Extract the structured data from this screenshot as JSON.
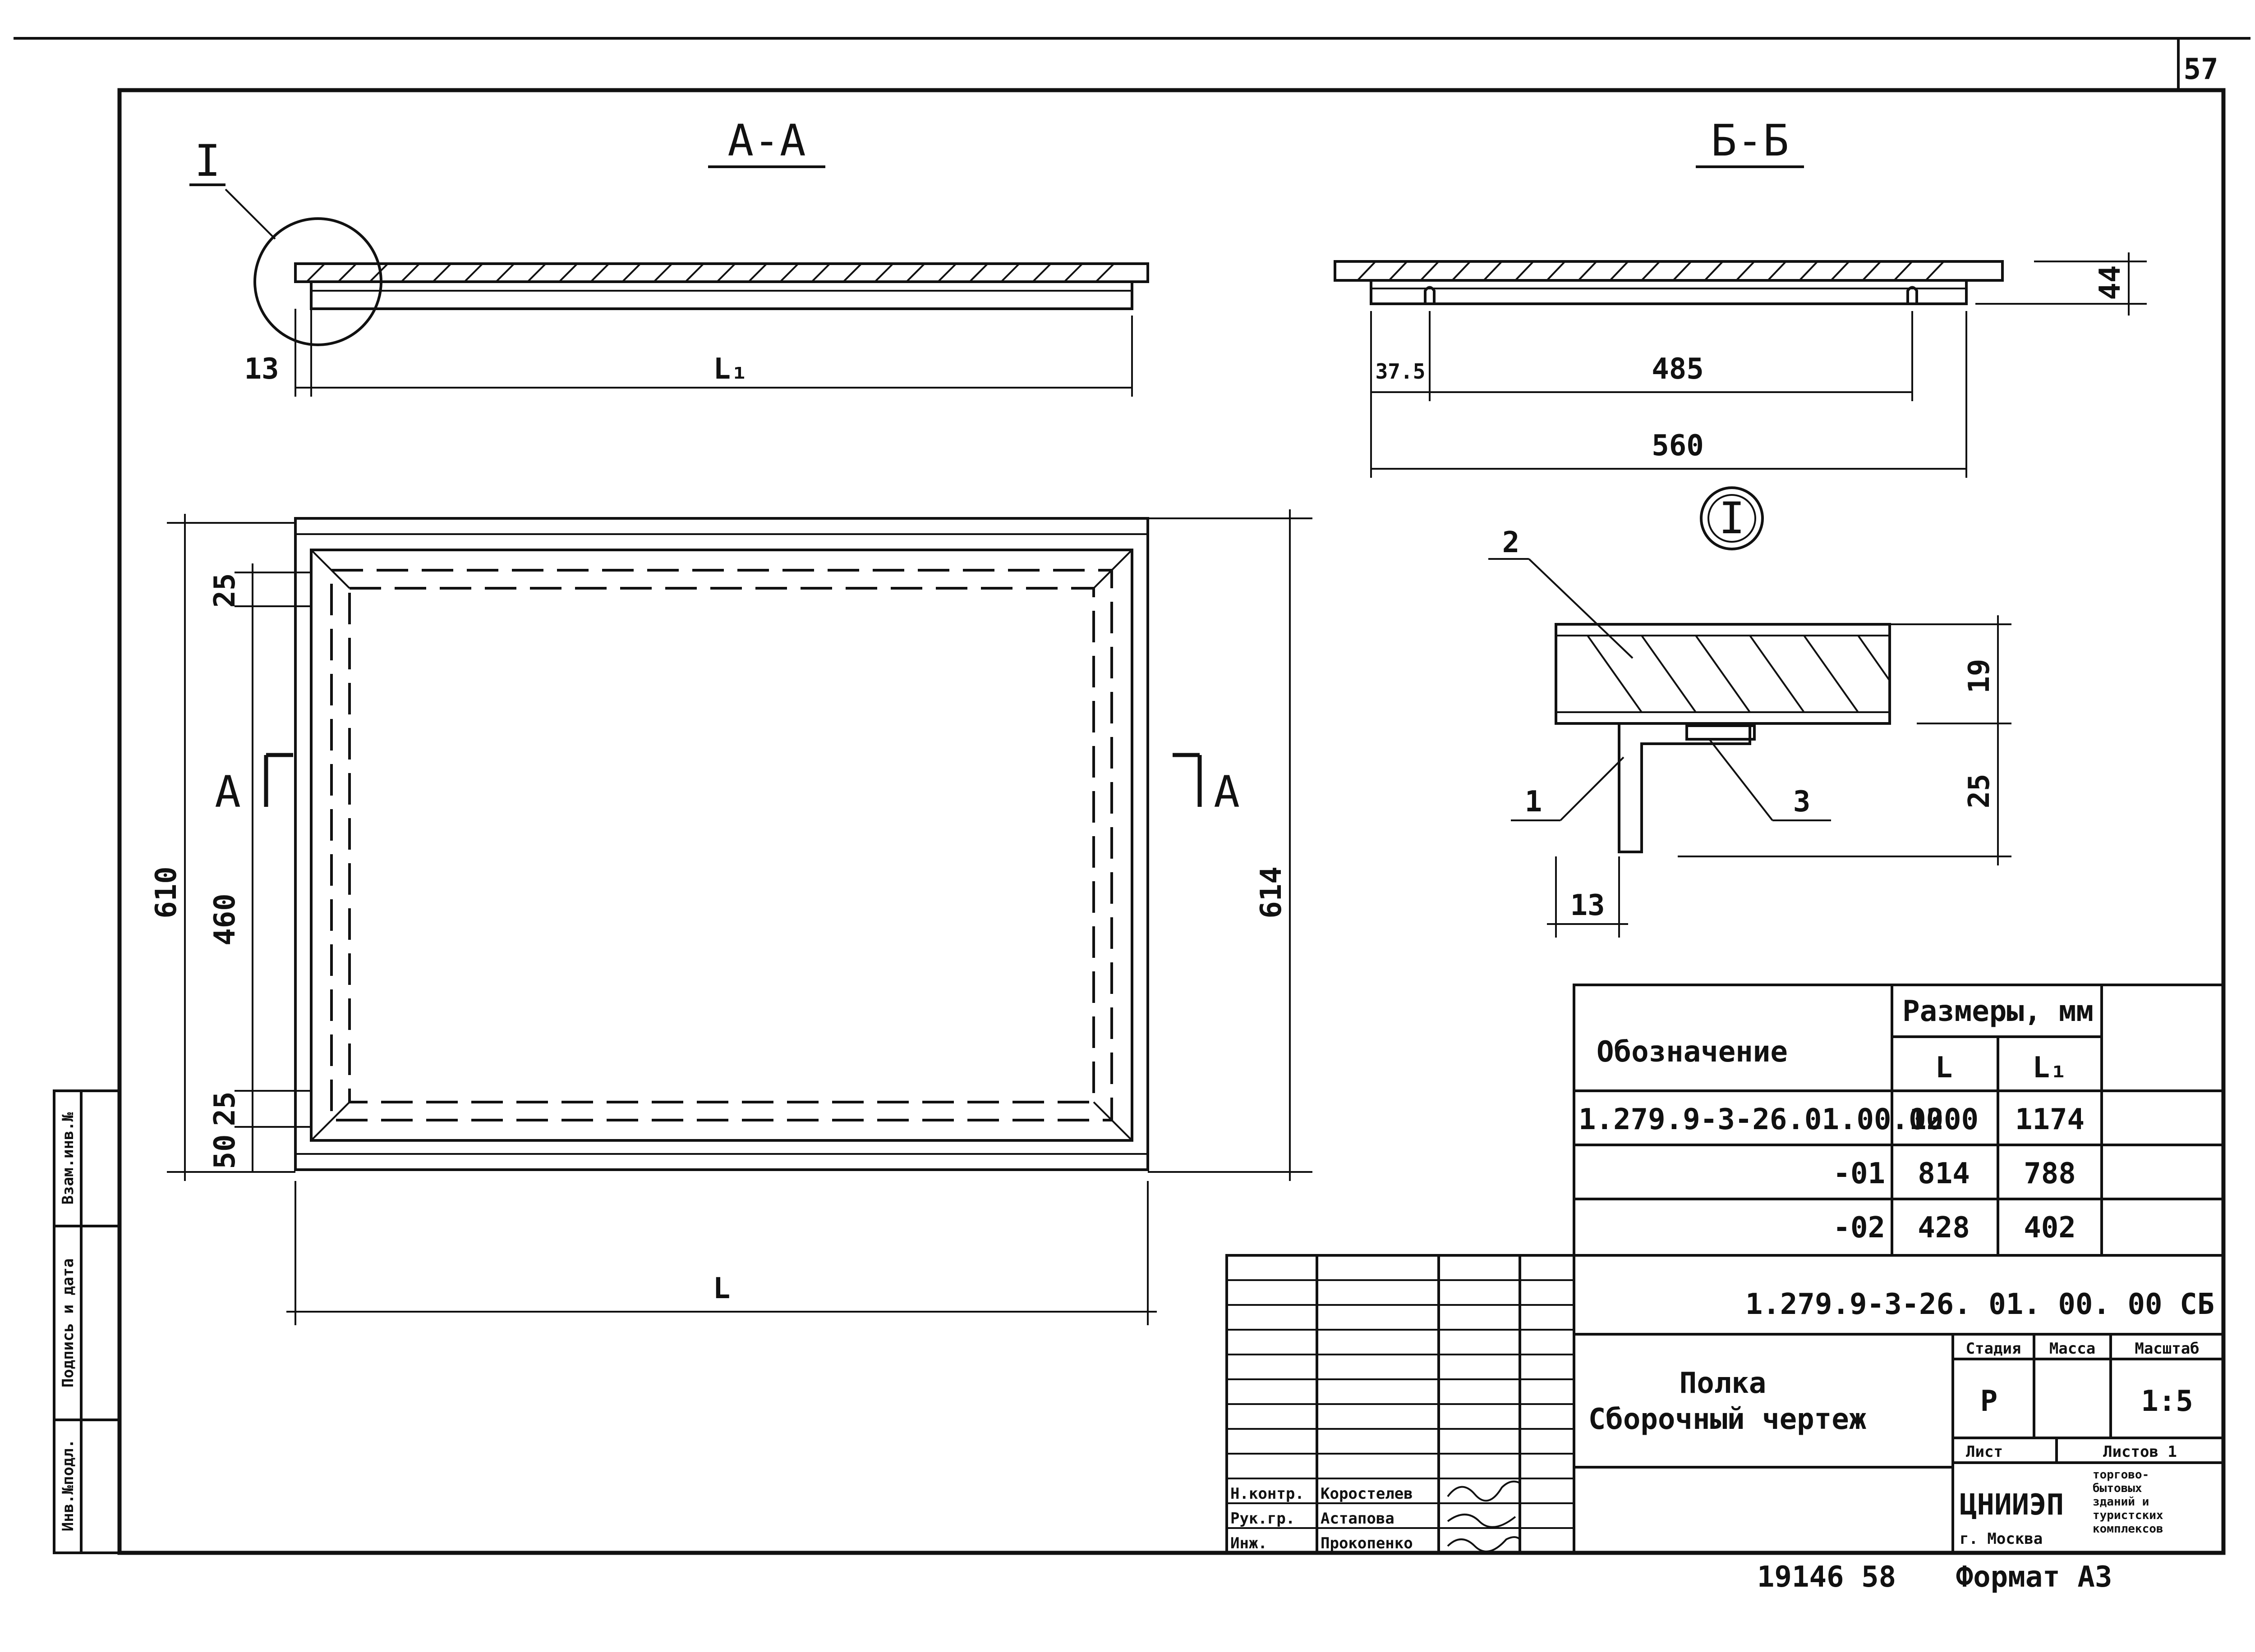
{
  "sheet_number": "57",
  "sections": {
    "aa": "А-А",
    "bb": "Б-Б",
    "callout": "I"
  },
  "dimensions": {
    "aa_13": "13",
    "aa_l1": "L₁",
    "bb_37_5": "37.5",
    "bb_485": "485",
    "bb_560": "560",
    "bb_44": "44",
    "plan_25_top": "25",
    "plan_610": "610",
    "plan_460": "460",
    "plan_25_bot": "25",
    "plan_50": "50",
    "plan_614": "614",
    "plan_l": "L",
    "cut_a_left": "A",
    "cut_a_right": "A",
    "detail_19": "19",
    "detail_25": "25",
    "detail_13": "13"
  },
  "detail": {
    "label": "I",
    "leader_1": "1",
    "leader_2": "2",
    "leader_3": "3"
  },
  "spec_table": {
    "designation_header": "Обозначение",
    "sizes_header": "Размеры, мм",
    "col_l": "L",
    "col_l1": "L₁",
    "rows": [
      {
        "designation": "1.279.9-3-26.01.00.00",
        "l": "1200",
        "l1": "1174"
      },
      {
        "designation": "-01",
        "l": "814",
        "l1": "788"
      },
      {
        "designation": "-02",
        "l": "428",
        "l1": "402"
      }
    ]
  },
  "title_block": {
    "doc_code": "1.279.9-3-26. 01. 00. 00 СБ",
    "title_line1": "Полка",
    "title_line2": "Сборочный чертеж",
    "stage_label": "Стадия",
    "mass_label": "Масса",
    "scale_label": "Масштаб",
    "stage_value": "Р",
    "scale_value": "1:5",
    "sheet_label": "Лист",
    "sheets_label": "Листов 1",
    "org_name": "ЦНИИЭП",
    "org_city": "г. Москва",
    "org_desc1": "торгово-",
    "org_desc2": "бытовых",
    "org_desc3": "зданий и",
    "org_desc4": "туристских",
    "org_desc5": "комплексов",
    "signers": [
      {
        "role": "Н.контр.",
        "name": "Коростелев"
      },
      {
        "role": "Рук.гр.",
        "name": "Астапова"
      },
      {
        "role": "Инж.",
        "name": "Прокопенко"
      }
    ]
  },
  "side_stamp": {
    "field1": "Инв.№подл.",
    "field2": "Подпись и дата",
    "field3": "Взам.инв.№"
  },
  "footer": {
    "archive_number": "19146  58",
    "format": "Формат А3"
  }
}
